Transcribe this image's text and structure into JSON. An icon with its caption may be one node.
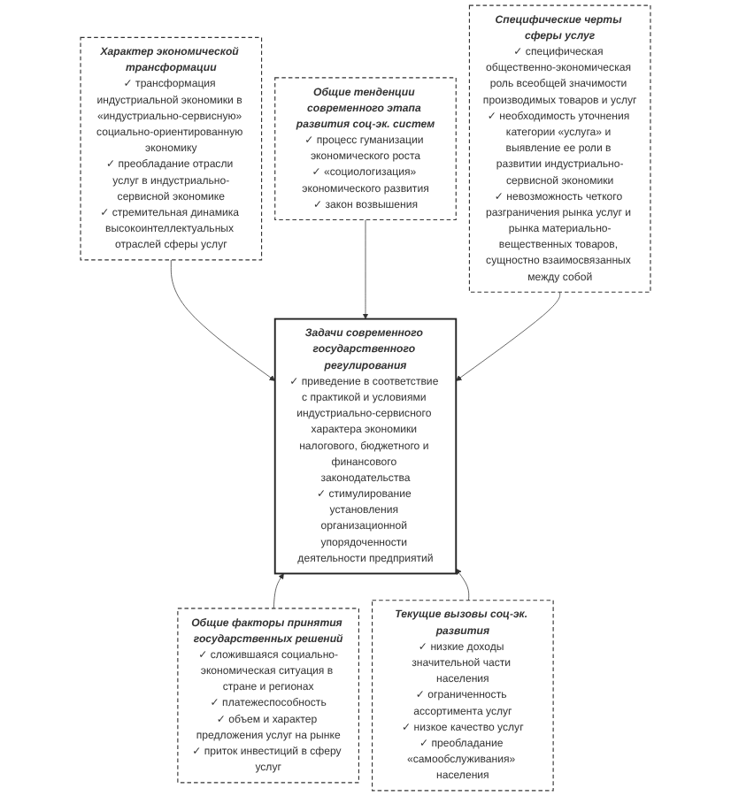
{
  "diagram": {
    "nodes": [
      {
        "text": [
          "Характер экономической трансформации",
          "✓ трансформация индустриальной экономики в «индустриально-сервисную» социально-ориентированную экономику",
          "✓ преобладание отрасли услуг в индустриально-сервисной экономике",
          "✓ стремительная динамика высокоинтеллектуальных отраслей сферы услуг"
        ]
      },
      {
        "text": [
          "Общие тенденции современного этапа развития соц-эк. систем",
          "✓ процесс гуманизации экономического роста",
          "✓ «социологизация» экономического развития",
          "✓ закон возвышения"
        ]
      },
      {
        "text": [
          "Специфические черты сферы услуг",
          "✓ специфическая общественно-экономическая роль всеобщей значимости производимых товаров и услуг",
          "✓ необходимость уточнения категории «услуга» и выявление ее роли в развитии индустриально-сервисной экономики",
          "✓ невозможность четкого разграничения рынка услуг и рынка материально-вещественных товаров, сущностно взаимосвязанных между собой"
        ]
      },
      {
        "text": [
          "Задачи современного государственного регулирования",
          "✓ приведение в соответствие с практикой и условиями индустриально-сервисного характера экономики налогового, бюджетного и финансового законодательства",
          "✓ стимулирование установления организационной упорядоченности деятельности предприятий"
        ]
      },
      {
        "text": [
          "Общие факторы принятия государственных решений",
          "✓ сложившаяся социально-экономическая ситуация в стране и регионах",
          "✓ платежеспособность",
          "✓ объем и характер предложения услуг на рынке",
          "✓ приток инвестиций в сферу услуг"
        ]
      },
      {
        "text": [
          "Текущие вызовы соц-эк. развития",
          "✓ низкие доходы значительной части населения",
          "✓ ограниченность ассортимента услуг",
          "✓ низкое качество услуг",
          "✓ преобладание «самообслуживания» населения"
        ]
      }
    ],
    "edges": [
      {
        "from": 0,
        "to": 3,
        "arrow": "to"
      },
      {
        "from": 1,
        "to": 3,
        "arrow": "to"
      },
      {
        "from": 2,
        "to": 3,
        "arrow": "to"
      },
      {
        "from": 4,
        "to": 3,
        "arrow": "to"
      },
      {
        "from": 5,
        "to": 3,
        "arrow": "to"
      }
    ]
  }
}
